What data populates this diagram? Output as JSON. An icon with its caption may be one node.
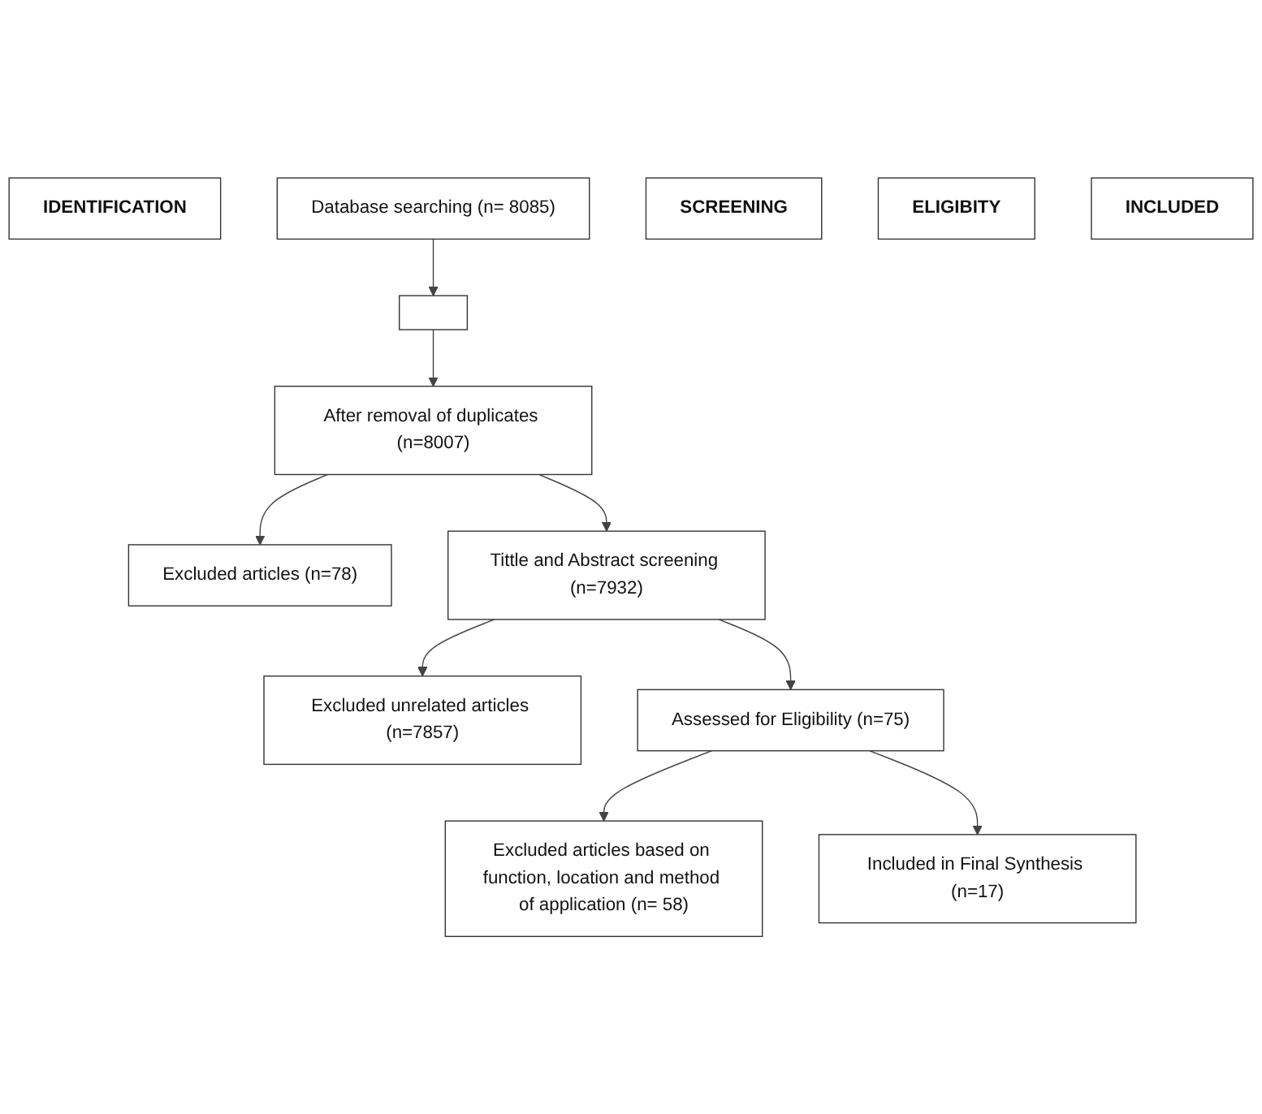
{
  "diagram": {
    "nodes": [
      {
        "text": [
          "IDENTIFICATION"
        ]
      },
      {
        "text": [
          "Database searching (n= 8085)"
        ]
      },
      {
        "text": [],
        "shape": "box"
      },
      {
        "text": [
          "SCREENING"
        ]
      },
      {
        "text": [
          "After removal of duplicates (n=8007)"
        ]
      },
      {
        "text": [
          "Excluded articles (n=78)"
        ]
      },
      {
        "text": [
          "Tittle and Abstract screening (n=7932)"
        ]
      },
      {
        "text": [
          "Excluded unrelated articles (n=7857)"
        ]
      },
      {
        "text": [
          "ELIGIBITY"
        ]
      },
      {
        "text": [
          "Assessed for Eligibility (n=75)"
        ]
      },
      {
        "text": [
          "Excluded articles based on function, location and method of application (n= 58)"
        ]
      },
      {
        "text": [
          "INCLUDED"
        ]
      },
      {
        "text": [
          "Included in Final Synthesis (n=17)"
        ]
      }
    ],
    "edges": [
      {
        "from": 1,
        "to": 2,
        "arrow": "to"
      },
      {
        "from": 2,
        "to": 4,
        "arrow": "to"
      },
      {
        "from": 4,
        "to": 5,
        "arrow": "to"
      },
      {
        "from": 4,
        "to": 6,
        "arrow": "to"
      },
      {
        "from": 6,
        "to": 7,
        "arrow": "to"
      },
      {
        "from": 6,
        "to": 9,
        "arrow": "to"
      },
      {
        "from": 9,
        "to": 10,
        "arrow": "to"
      },
      {
        "from": 9,
        "to": 12,
        "arrow": "to"
      }
    ]
  }
}
